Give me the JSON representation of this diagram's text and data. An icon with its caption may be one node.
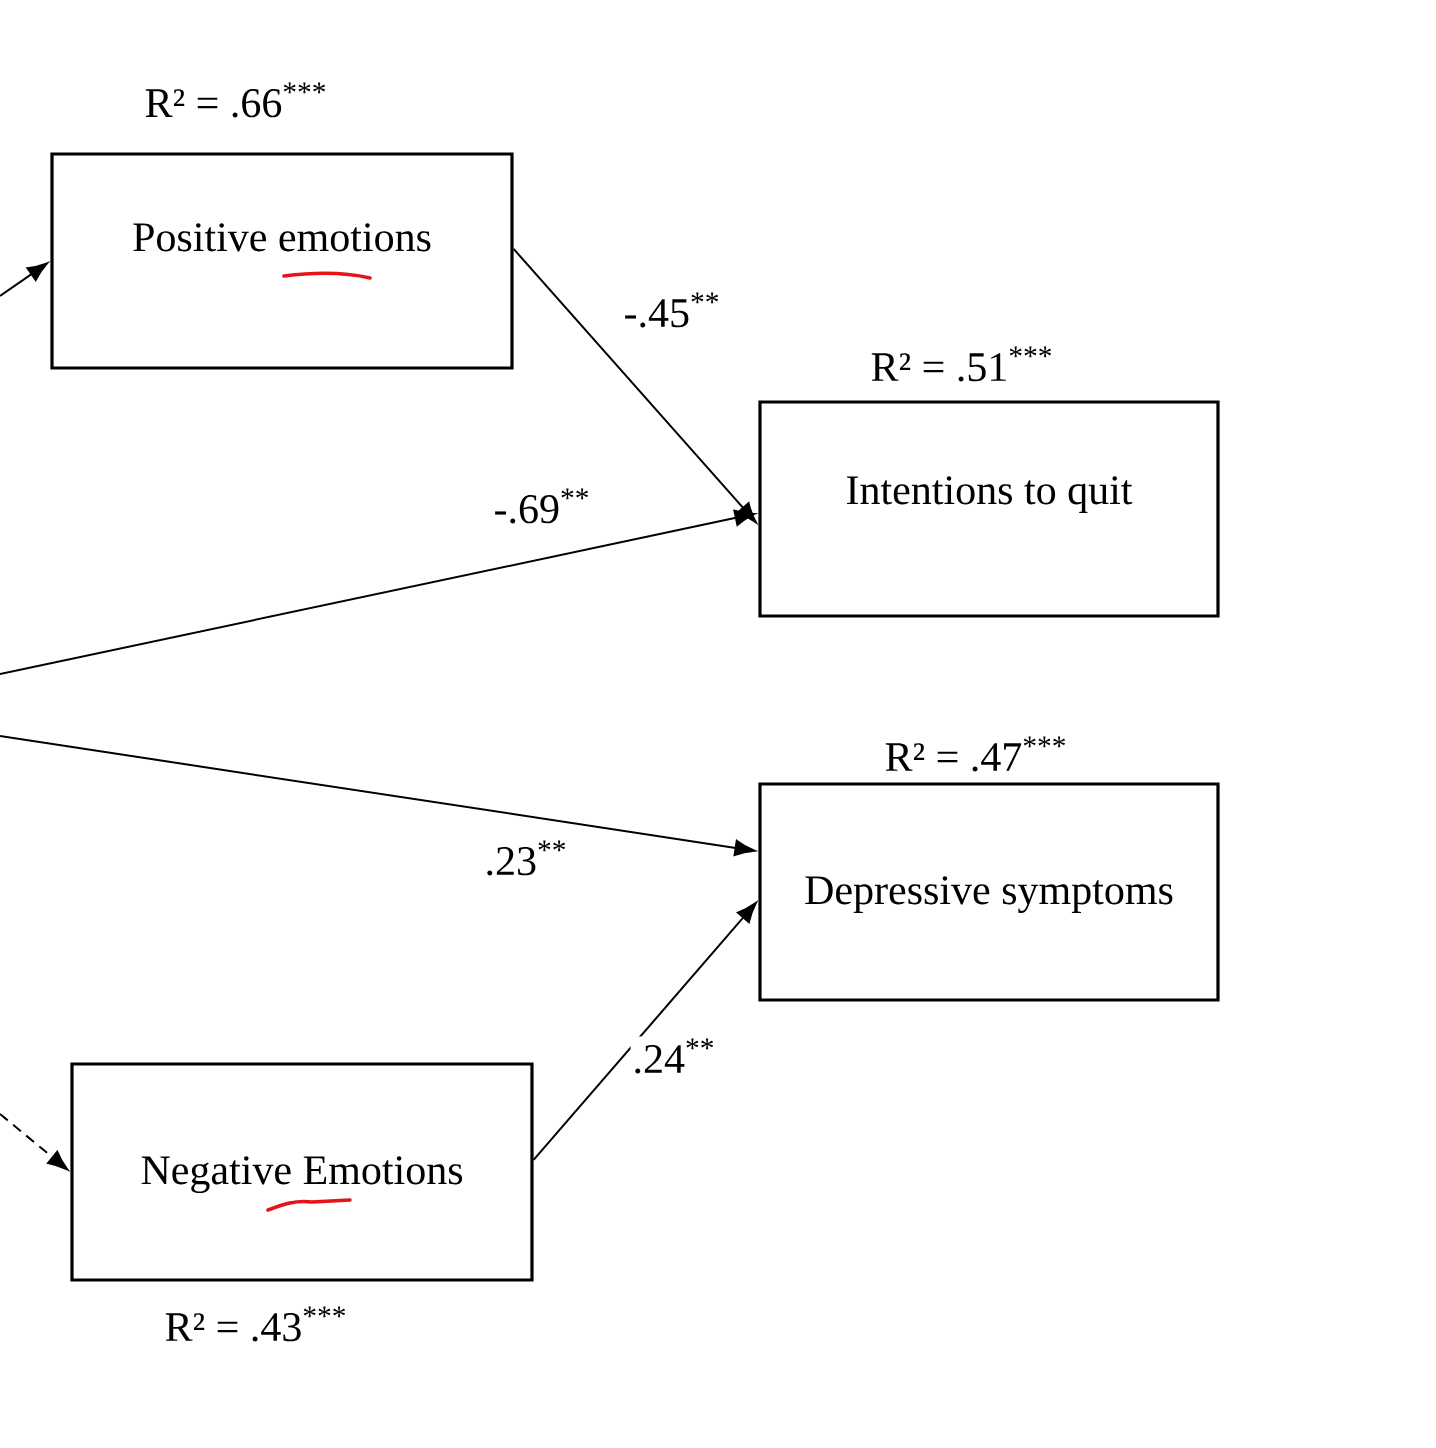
{
  "diagram": {
    "nodes": [
      {
        "text": [
          "Positive emotions"
        ],
        "beside": [
          "R² = .66$^{***}$"
        ]
      },
      {
        "text": [
          "Intentions to quit"
        ],
        "beside": [
          "R² = .51$^{***}$"
        ]
      },
      {
        "text": [
          "Depressive symptoms"
        ],
        "beside": [
          "R² = .47$^{***}$"
        ]
      },
      {
        "text": [
          "Negative Emotions"
        ],
        "beside": [
          "R² = .43$^{***}$"
        ]
      }
    ],
    "edges": [
      {
        "from": null,
        "to": 0,
        "arrow": "to"
      },
      {
        "from": 0,
        "to": 1,
        "arrow": "to",
        "label": "-.45$^{**}$"
      },
      {
        "from": null,
        "to": 1,
        "arrow": "to",
        "label": "-.69$^{**}$"
      },
      {
        "from": null,
        "to": 2,
        "arrow": "to",
        "label": ".23$^{**}$"
      },
      {
        "from": null,
        "to": 3,
        "arrow": "to",
        "style": "dashed"
      },
      {
        "from": 3,
        "to": 2,
        "arrow": "to",
        "label": ".24$^{**}$"
      }
    ]
  }
}
